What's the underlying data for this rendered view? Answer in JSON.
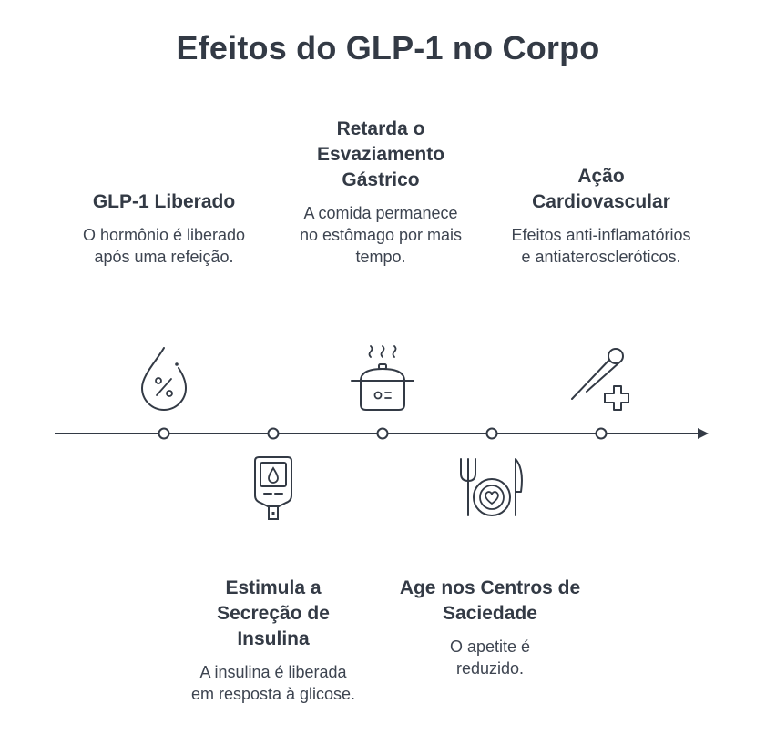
{
  "title": "Efeitos do GLP-1 no Corpo",
  "colors": {
    "ink": "#333a45",
    "background": "#ffffff"
  },
  "steps": [
    {
      "title": "GLP-1 Liberado",
      "description": "O hormônio é liberado após uma refeição.",
      "position": "above",
      "icon": "hormone-drop-icon"
    },
    {
      "title": "Estimula a Secreção de Insulina",
      "description": "A insulina é liberada em resposta à glicose.",
      "position": "below",
      "icon": "glucose-meter-icon"
    },
    {
      "title": "Retarda o Esvaziamento Gástrico",
      "description": "A comida permanece no estômago por mais tempo.",
      "position": "above",
      "icon": "steaming-pot-icon"
    },
    {
      "title": "Age nos Centros de Saciedade",
      "description": "O apetite é reduzido.",
      "position": "below",
      "icon": "plate-heart-icon"
    },
    {
      "title": "Ação Cardiovascular",
      "description": "Efeitos anti-inflamatórios e antiateroscleróticos.",
      "position": "above",
      "icon": "syringe-cross-icon"
    }
  ]
}
